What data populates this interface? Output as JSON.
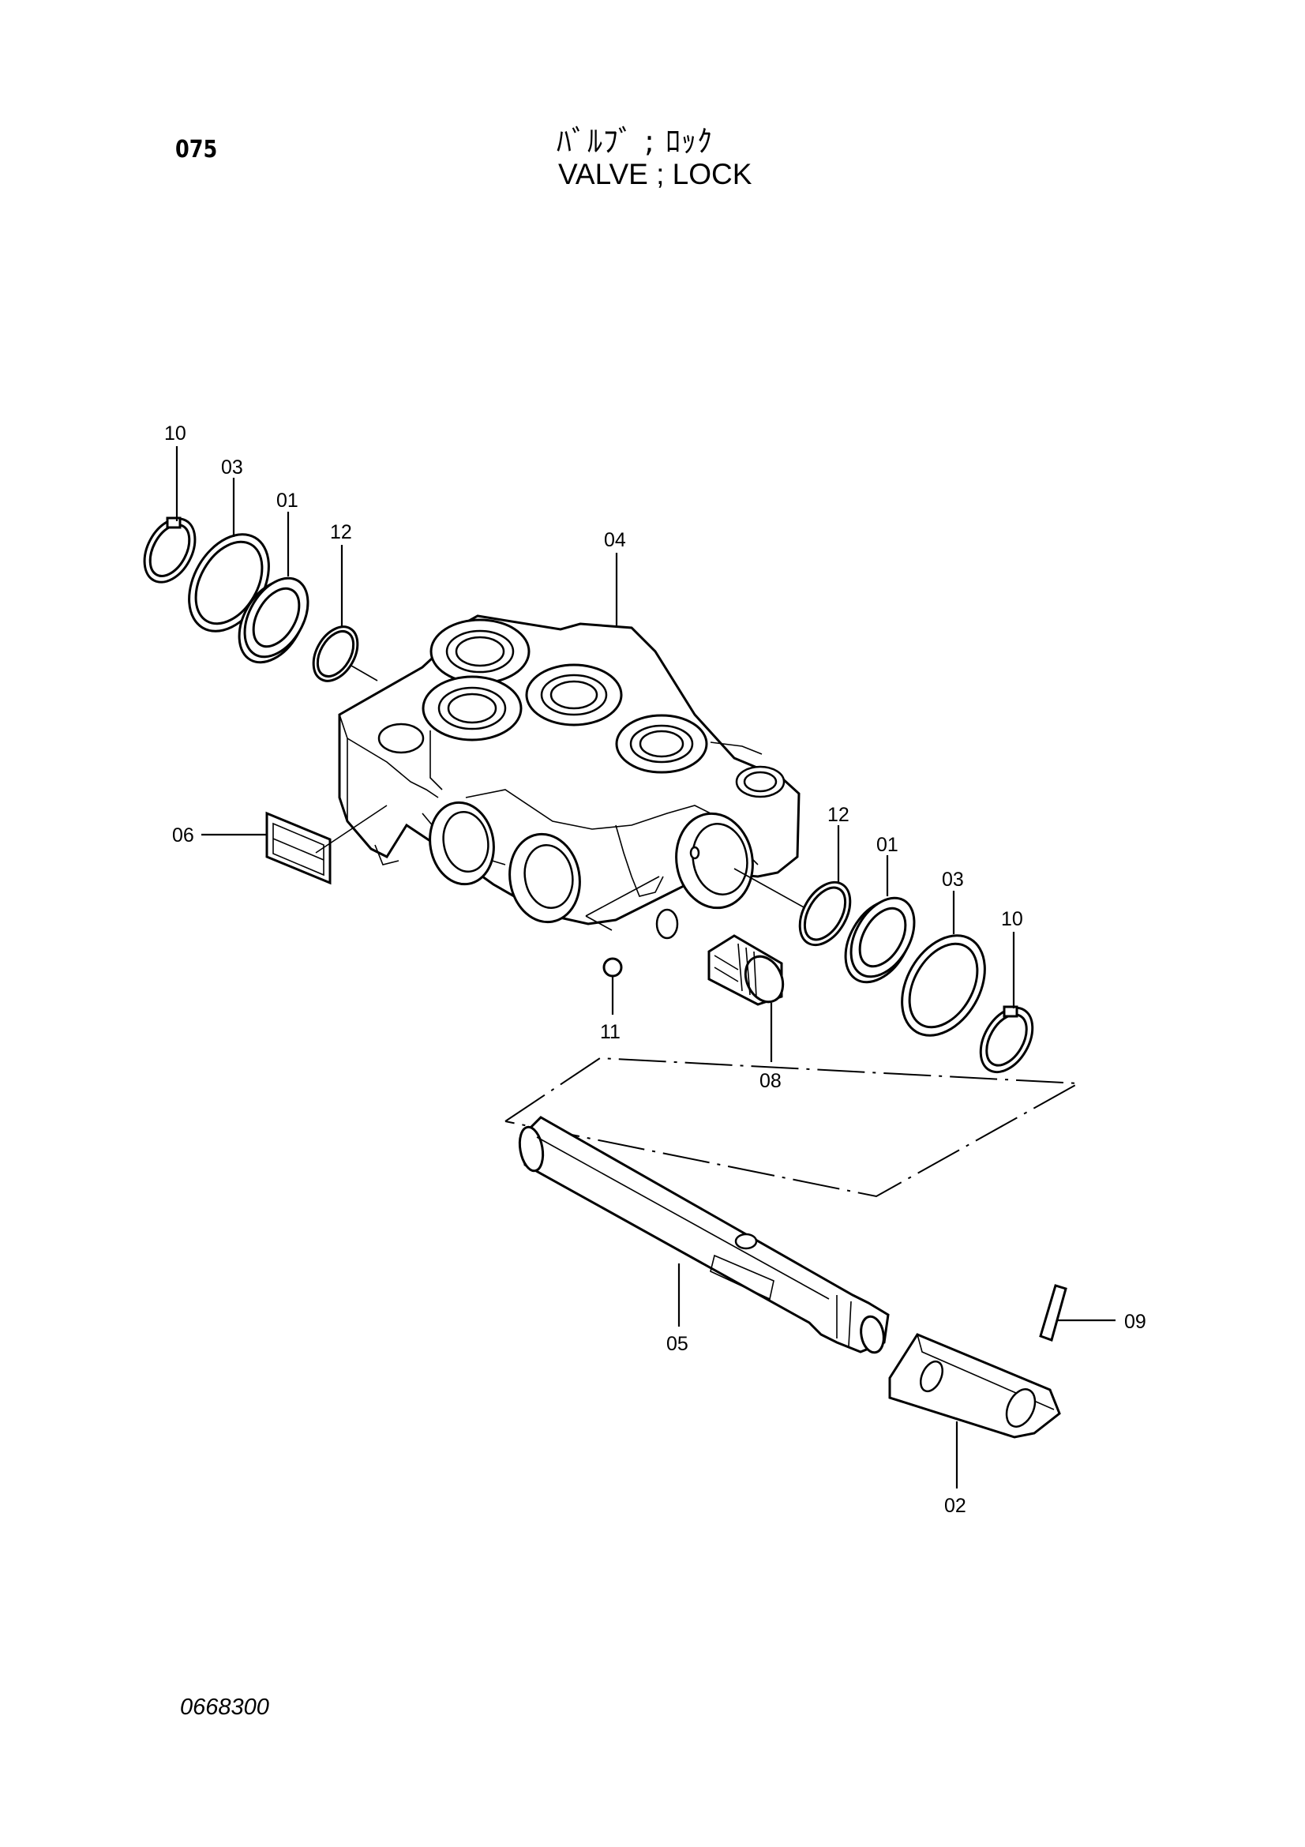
{
  "header": {
    "page_number": "075",
    "title_jp": "ﾊﾞﾙﾌﾞ ; ﾛｯｸ",
    "title_en": "VALVE ; LOCK"
  },
  "footer": {
    "drawing_code": "0668300"
  },
  "callouts": {
    "snap_ring_left": "10",
    "washer_left": "03",
    "bushing_left": "01",
    "o_ring_left": "12",
    "valve_body": "04",
    "name_plate": "06",
    "o_ring_right": "12",
    "bushing_right": "01",
    "washer_right": "03",
    "snap_ring_right": "10",
    "ball": "11",
    "plug": "08",
    "spool": "05",
    "pin": "09",
    "lever": "02"
  }
}
